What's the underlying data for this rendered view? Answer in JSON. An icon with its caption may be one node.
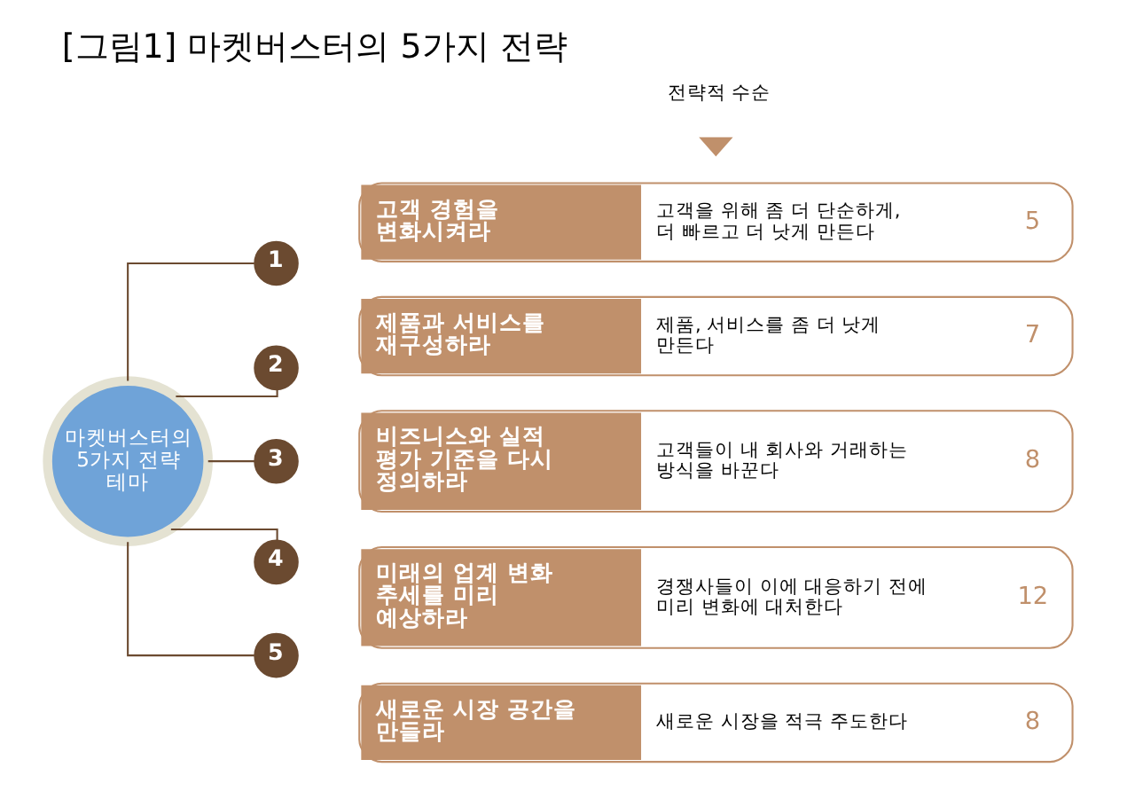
{
  "diagram": {
    "title": "[그림1] 마켓버스터의 5가지 전략",
    "nodes": [
      {
        "text": [
          "마켓버스터의 5가지 전략 테마"
        ]
      },
      {
        "text": [
          "1"
        ]
      },
      {
        "text": [
          "고객 경험을 변화시켜라",
          "고객을 위해 좀 더 단순하게, 더 빠르고 더 낫게 만든다",
          "5"
        ]
      },
      {
        "text": [
          "2"
        ]
      },
      {
        "text": [
          "제품과 서비스를 재구성하라",
          "제품, 서비스를 좀 더 낫게 만든다",
          "7"
        ]
      },
      {
        "text": [
          "3"
        ]
      },
      {
        "text": [
          "비즈니스와 실적 평가 기준을 다시 정의하라",
          "고객들이 내 회사와 거래하는 방식을 바꾼다",
          "8"
        ]
      },
      {
        "text": [
          "4"
        ]
      },
      {
        "text": [
          "미래의 업계 변화 추세를 미리 예상하라",
          "경쟁사들이 이에 대응하기 전에 미리 변화에 대처한다",
          "12"
        ]
      },
      {
        "text": [
          "5"
        ]
      },
      {
        "text": [
          "새로운 시장 공간을 만들라",
          "새로운 시장을 적극 주도한다",
          "8"
        ]
      }
    ],
    "edges": [
      {
        "from": 0,
        "to": 1,
        "arrow": "none"
      },
      {
        "from": 0,
        "to": 3,
        "arrow": "none"
      },
      {
        "from": 0,
        "to": 5,
        "arrow": "none"
      },
      {
        "from": 0,
        "to": 7,
        "arrow": "none"
      },
      {
        "from": 0,
        "to": 9,
        "arrow": "none"
      }
    ],
    "labels": [
      "전략적 수순"
    ]
  }
}
